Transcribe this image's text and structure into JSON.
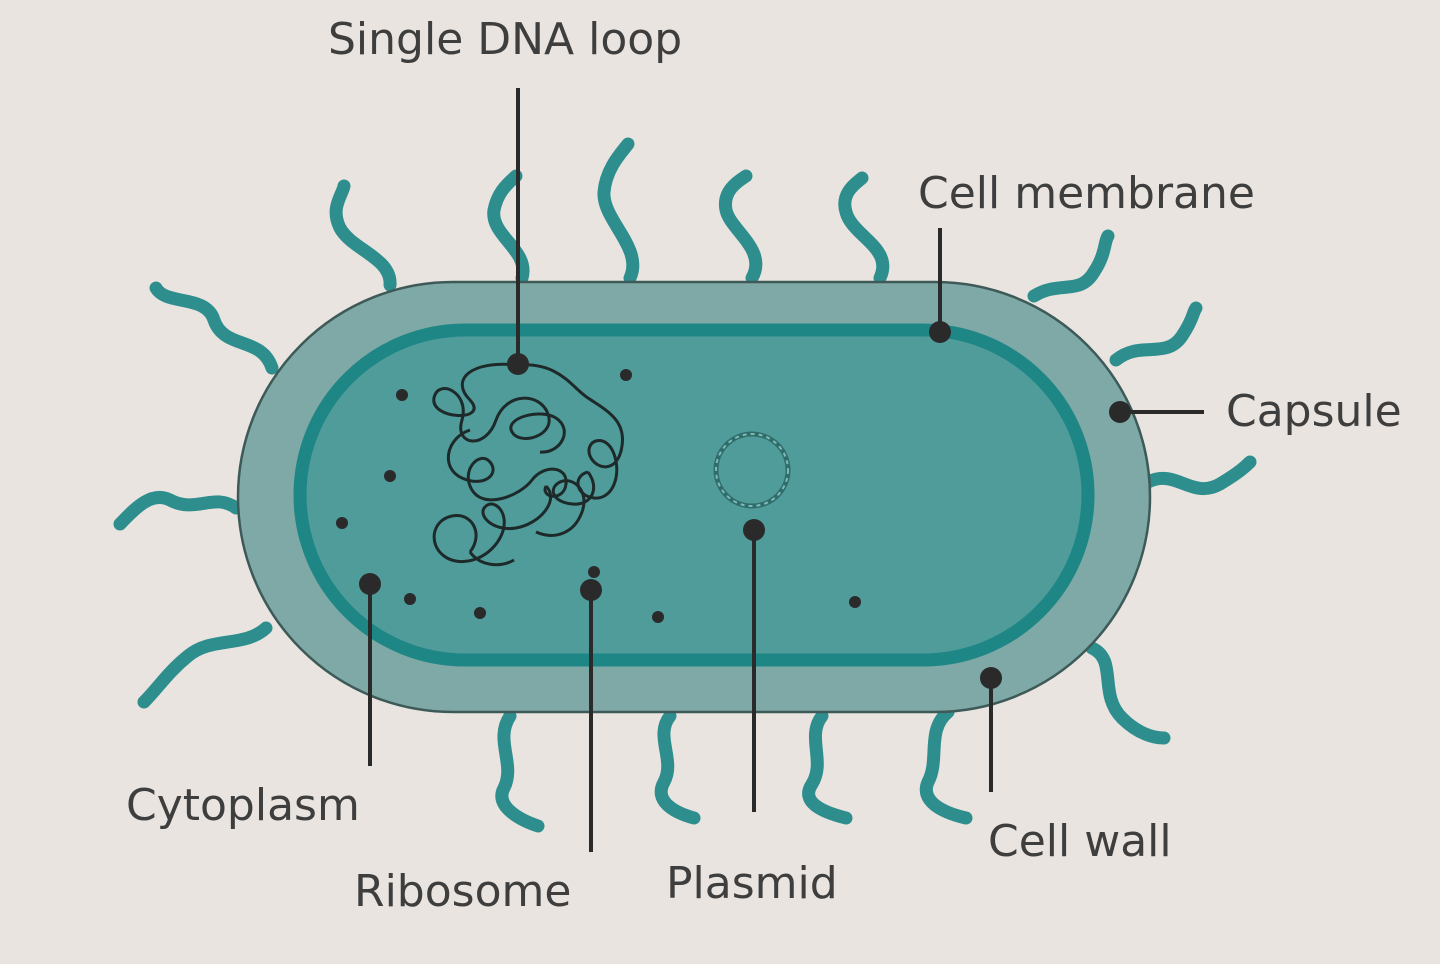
{
  "labels": {
    "dna_loop": "Single DNA loop",
    "cell_membrane": "Cell membrane",
    "capsule": "Capsule",
    "cytoplasm": "Cytoplasm",
    "ribosome": "Ribosome",
    "plasmid": "Plasmid",
    "cell_wall": "Cell wall"
  },
  "colors": {
    "background": "#e9e4df",
    "capsule": "#7fa9a6",
    "cytoplasm": "#4f9c9a",
    "membrane": "#1f8686",
    "pili": "#2e8e8e",
    "leader_lines": "#2a2a2a"
  }
}
